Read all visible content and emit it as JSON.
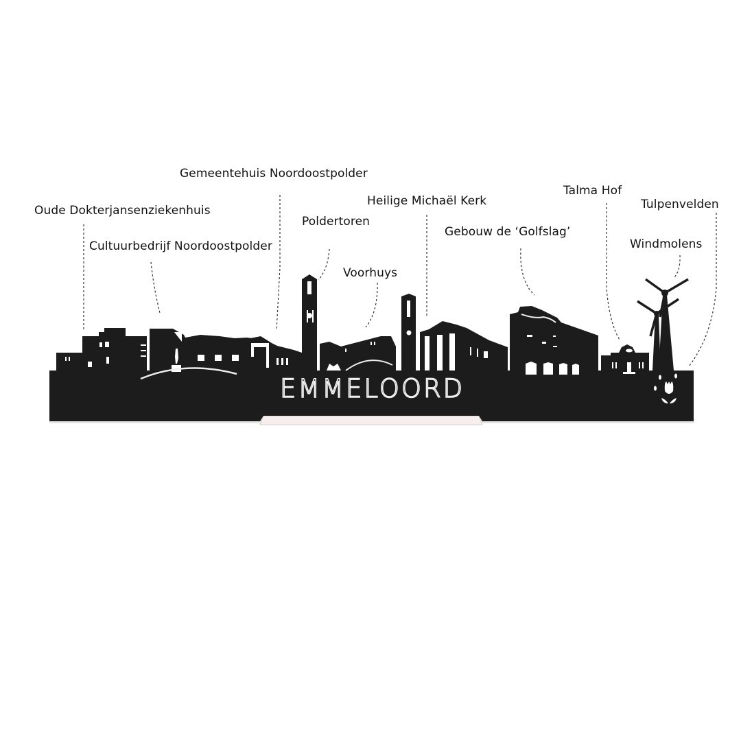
{
  "product": {
    "city_name": "EMMELOORD",
    "colors": {
      "silhouette": "#1c1c1c",
      "stand": "#f7eeee",
      "background": "#ffffff",
      "label_text": "#111111"
    }
  },
  "landmarks": [
    {
      "id": "oude-dokterjansenziekenhuis",
      "label": "Oude Dokterjansenziekenhuis"
    },
    {
      "id": "cultuurbedrijf",
      "label": "Cultuurbedrijf Noordoostpolder"
    },
    {
      "id": "gemeentehuis",
      "label": "Gemeentehuis Noordoostpolder"
    },
    {
      "id": "poldertoren",
      "label": "Poldertoren"
    },
    {
      "id": "voorhuys",
      "label": "Voorhuys"
    },
    {
      "id": "heilige-michael-kerk",
      "label": "Heilige Michaël Kerk"
    },
    {
      "id": "golfslag",
      "label": "Gebouw de ‘Golfslag’"
    },
    {
      "id": "talma-hof",
      "label": "Talma Hof"
    },
    {
      "id": "tulpenvelden",
      "label": "Tulpenvelden"
    },
    {
      "id": "windmolens",
      "label": "Windmolens"
    }
  ]
}
